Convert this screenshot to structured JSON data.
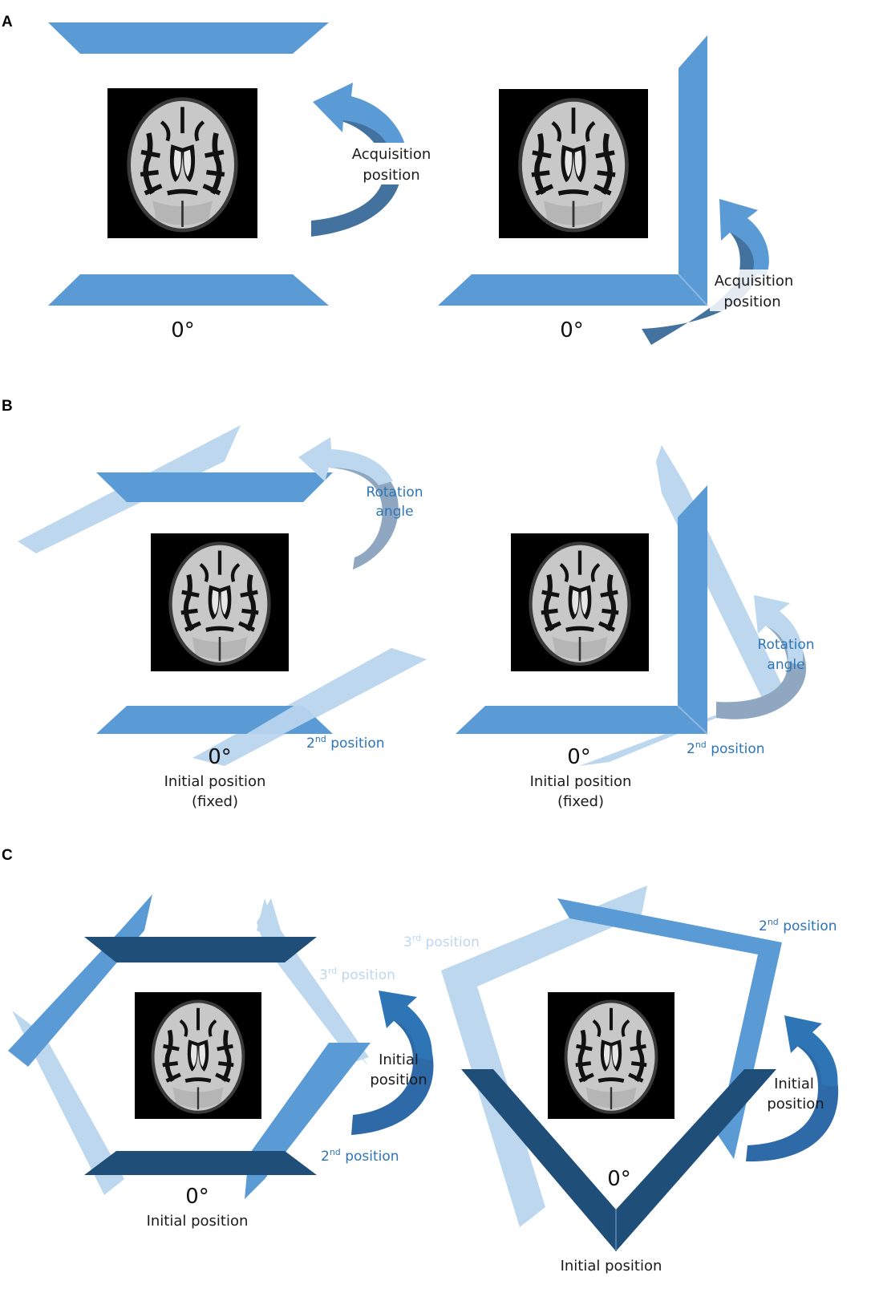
{
  "panels": [
    {
      "id": "A",
      "letter": "A",
      "left": {
        "label_line1": "Acquisition",
        "label_line2": "position",
        "degree": "0°"
      },
      "right": {
        "label_line1": "Acquisition",
        "label_line2": "position",
        "degree": "0°"
      }
    },
    {
      "id": "B",
      "letter": "B",
      "left": {
        "rotation_line1": "Rotation",
        "rotation_line2": "angle",
        "degree": "0°",
        "initial_line1": "Initial position",
        "initial_line2": "(fixed)",
        "second_num": "2",
        "second_sup": "nd",
        "second_word": " position"
      },
      "right": {
        "rotation_line1": "Rotation",
        "rotation_line2": "angle",
        "degree": "0°",
        "initial_line1": "Initial position",
        "initial_line2": "(fixed)",
        "second_num": "2",
        "second_sup": "nd",
        "second_word": " position"
      }
    },
    {
      "id": "C",
      "letter": "C",
      "left": {
        "third_num": "3",
        "third_sup": "rd",
        "third_word": " position",
        "initial_line1": "Initial",
        "initial_line2": "position",
        "second_num": "2",
        "second_sup": "nd",
        "second_word": " position",
        "degree": "0°",
        "bottom_label": "Initial position"
      },
      "right": {
        "third_num": "3",
        "third_sup": "rd",
        "third_word": " position",
        "second_num": "2",
        "second_sup": "nd",
        "second_word": " position",
        "initial_line1": "Initial",
        "initial_line2": "position",
        "degree": "0°",
        "bottom_label": "Initial position"
      }
    }
  ],
  "colors": {
    "detector": "#5b9bd5",
    "detector_pale": "#bdd7ee",
    "detector_dark": "#1f4e79",
    "arrow_tail": "#44729e",
    "brain_background": "#000000",
    "brain_tissue": "#c8c8c8"
  }
}
